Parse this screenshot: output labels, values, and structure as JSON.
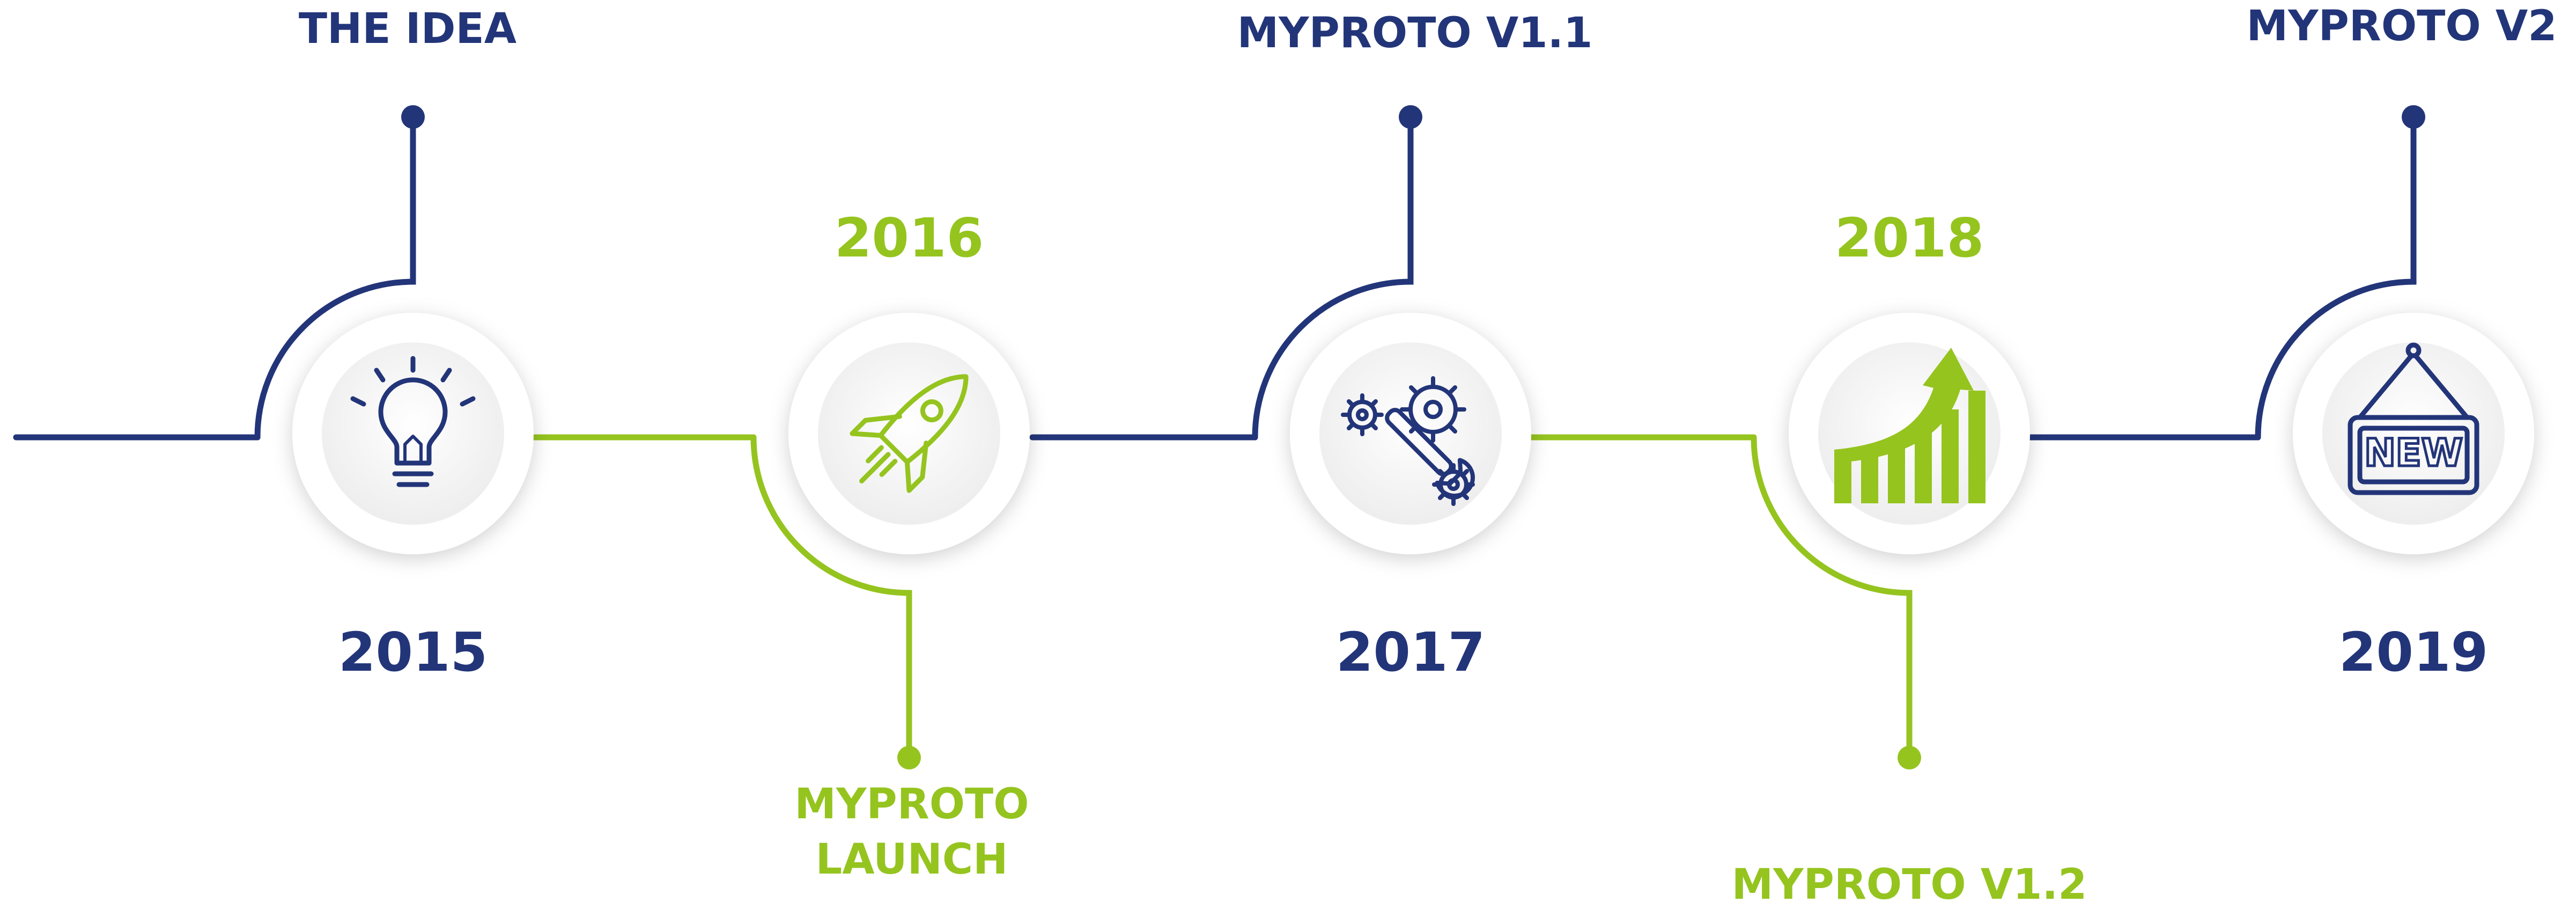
{
  "colors": {
    "navy": "#233579",
    "green": "#95C41F",
    "circle_fill": "#ffffff",
    "circle_inner": "#f1f1f1"
  },
  "milestones": [
    {
      "year": "2015",
      "label_lines": [
        "THE IDEA"
      ],
      "icon": "lightbulb-icon",
      "color": "navy"
    },
    {
      "year": "2016",
      "label_lines": [
        "MYPROTO",
        "LAUNCH"
      ],
      "icon": "rocket-icon",
      "color": "green"
    },
    {
      "year": "2017",
      "label_lines": [
        "MYPROTO V1.1"
      ],
      "icon": "gears-wrench-icon",
      "color": "navy"
    },
    {
      "year": "2018",
      "label_lines": [
        "MYPROTO V1.2"
      ],
      "icon": "growth-chart-icon",
      "color": "green"
    },
    {
      "year": "2019",
      "label_lines": [
        "MYPROTO V2"
      ],
      "icon": "new-sign-icon",
      "color": "navy"
    }
  ]
}
